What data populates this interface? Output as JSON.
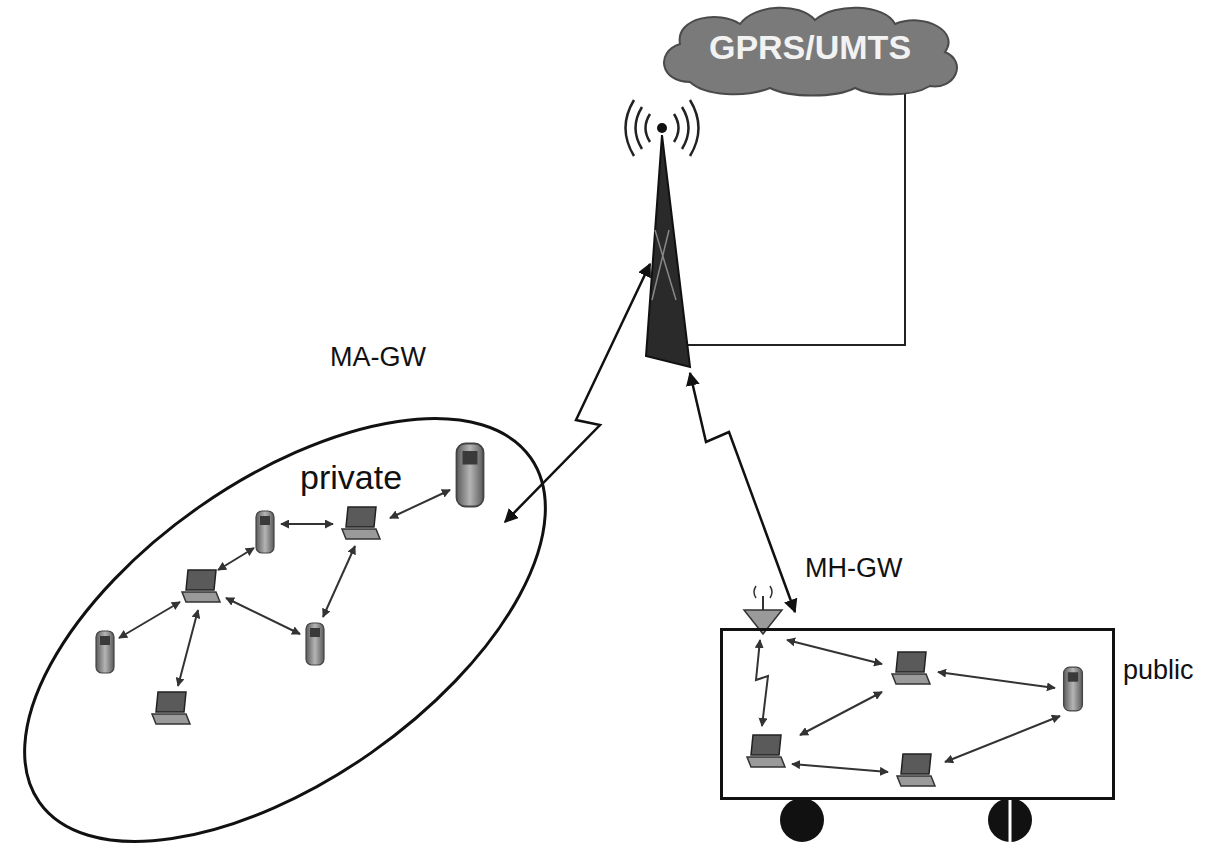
{
  "diagram": {
    "nodes": [
      {
        "text": [
          "GPRS/UMTS"
        ]
      },
      {
        "text": [
          "private"
        ]
      },
      {
        "text": [
          "public"
        ]
      }
    ],
    "labels": [
      "MA-GW",
      "MH-GW"
    ]
  }
}
